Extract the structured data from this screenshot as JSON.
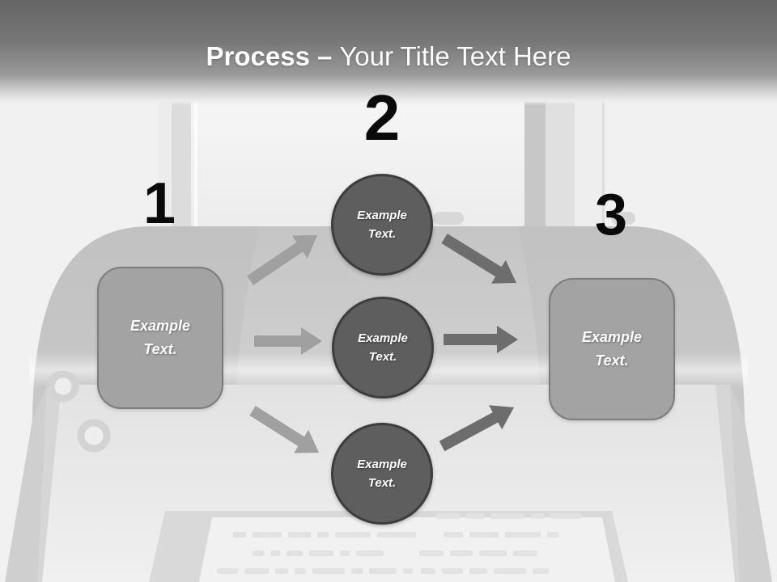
{
  "title": {
    "bold": "Process",
    "dash": "–",
    "rest": "Your Title Text Here"
  },
  "diagram": {
    "numbers": [
      "1",
      "2",
      "3"
    ],
    "left_box": {
      "line1": "Example",
      "line2": "Text."
    },
    "right_box": {
      "line1": "Example",
      "line2": "Text."
    },
    "circles": [
      {
        "line1": "Example",
        "line2": "Text."
      },
      {
        "line1": "Example",
        "line2": "Text."
      },
      {
        "line1": "Example",
        "line2": "Text."
      }
    ]
  },
  "colors": {
    "title_color": "#ffffff",
    "number_color": "#0a0a0a",
    "circle_fill": "#5e5e5e",
    "circle_border": "#3d3d3d",
    "box_fill": "#a3a3a3",
    "box_border": "#7c7c7c",
    "arrow_light": "#a0a0a0",
    "arrow_dark": "#6d6d6d"
  }
}
